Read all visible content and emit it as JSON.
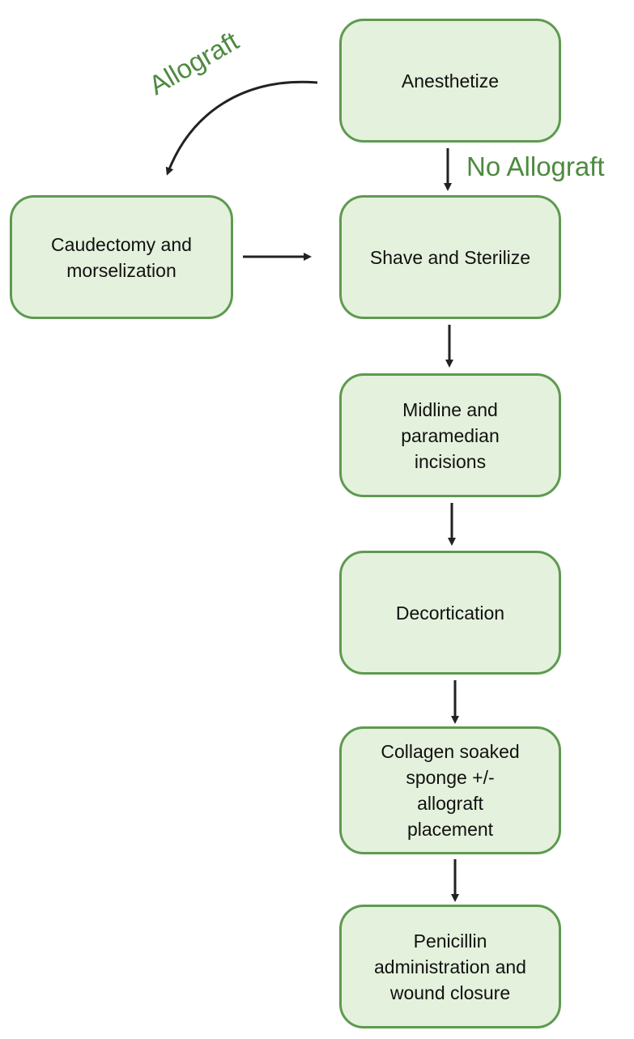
{
  "colors": {
    "box_fill": "#e4f1dc",
    "box_border": "#5e9a50",
    "label_green": "#4d8a3f",
    "arrow": "#222222",
    "text": "#111111"
  },
  "nodes": {
    "anesthetize": "Anesthetize",
    "caudectomy": "Caudectomy and\nmorselization",
    "shave": "Shave and Sterilize",
    "midline": "Midline and\nparamedian\nincisions",
    "decortication": "Decortication",
    "collagen": "Collagen soaked\nsponge +/-\nallograft\nplacement",
    "penicillin": "Penicillin\nadministration and\nwound closure"
  },
  "edge_labels": {
    "allograft": "Allograft",
    "no_allograft": "No Allograft"
  },
  "edges": [
    {
      "from": "anesthetize",
      "to": "caudectomy",
      "label": "allograft",
      "style": "curved"
    },
    {
      "from": "anesthetize",
      "to": "shave",
      "label": "no_allograft"
    },
    {
      "from": "caudectomy",
      "to": "shave"
    },
    {
      "from": "shave",
      "to": "midline"
    },
    {
      "from": "midline",
      "to": "decortication"
    },
    {
      "from": "decortication",
      "to": "collagen"
    },
    {
      "from": "collagen",
      "to": "penicillin"
    }
  ]
}
